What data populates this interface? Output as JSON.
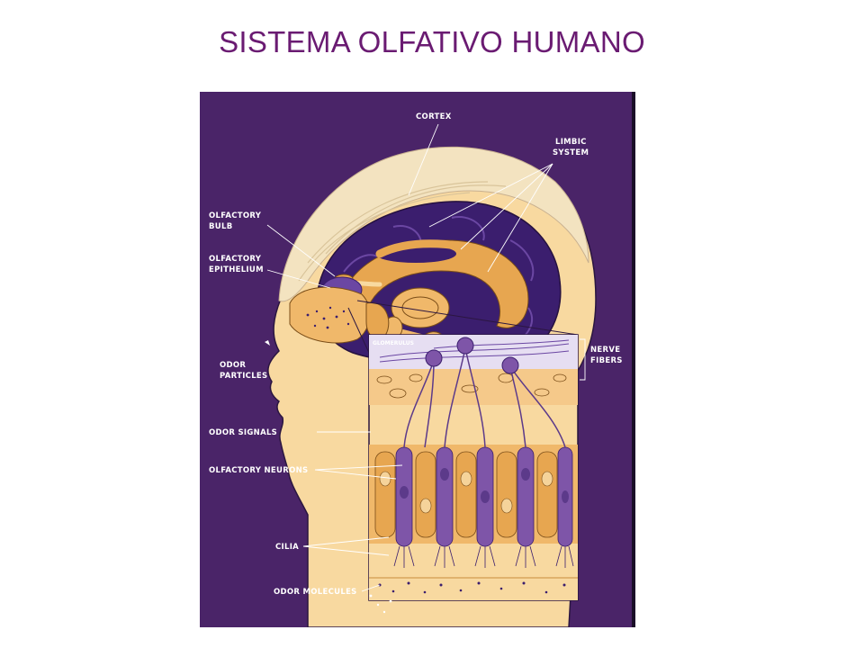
{
  "title": "SISTEMA OLFATIVO HUMANO",
  "colors": {
    "background": "#4a2468",
    "skin": "#f8d9a0",
    "brain_purple": "#3b1e6e",
    "limbic_orange": "#e7a650",
    "neuron_purple": "#7e55a8",
    "neuron_orange": "#f0b86a",
    "label": "#ffffff",
    "title": "#6a1b72"
  },
  "labels": {
    "cortex": "CORTEX",
    "limbic_1": "LIMBIC",
    "limbic_2": "SYSTEM",
    "olfactory_bulb_1": "OLFACTORY",
    "olfactory_bulb_2": "BULB",
    "olfactory_epithelium_1": "OLFACTORY",
    "olfactory_epithelium_2": "EPITHELIUM",
    "odor_particles_1": "ODOR",
    "odor_particles_2": "PARTICLES",
    "odor_signals": "ODOR SIGNALS",
    "olfactory_neurons": "OLFACTORY NEURONS",
    "cilia": "CILIA",
    "odor_molecules": "ODOR MOLECULES",
    "nerve_fibers_1": "NERVE",
    "nerve_fibers_2": "FIBERS",
    "glomerulus": "GLOMERULUS"
  }
}
